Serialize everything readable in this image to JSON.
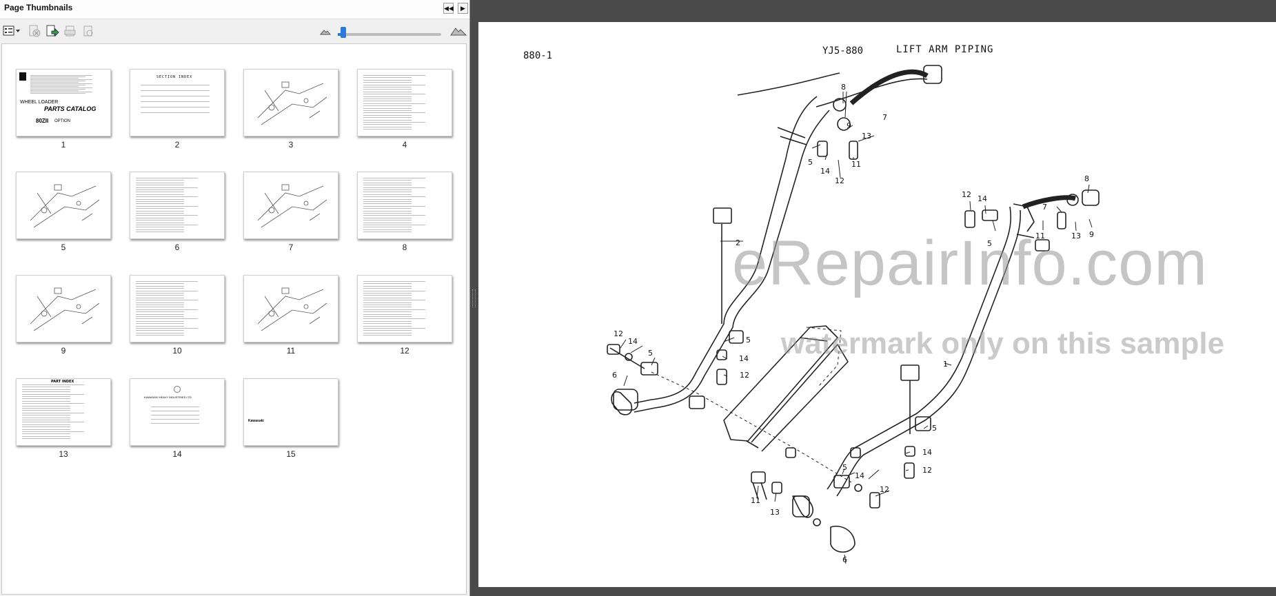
{
  "panel": {
    "title": "Page Thumbnails",
    "collapse_icon": "double-chevron-left-icon",
    "expand_icon": "triangle-right-icon",
    "zoom_percent": 5
  },
  "toolbar": {
    "icons": [
      "thumbnail-options-icon",
      "delete-pages-icon",
      "insert-page-icon",
      "print-page-icon",
      "rotate-page-icon",
      "zoom-out-mountain-icon",
      "zoom-in-mountain-icon"
    ]
  },
  "thumbnails": [
    {
      "num": "1",
      "kind": "cover",
      "texts": [
        "WHEEL LOADER",
        "PARTS CATALOG",
        "80ZII",
        "OPTION"
      ]
    },
    {
      "num": "2",
      "kind": "index",
      "texts": [
        "SECTION INDEX"
      ]
    },
    {
      "num": "3",
      "kind": "diagram"
    },
    {
      "num": "4",
      "kind": "table"
    },
    {
      "num": "5",
      "kind": "diagram"
    },
    {
      "num": "6",
      "kind": "table"
    },
    {
      "num": "7",
      "kind": "diagram"
    },
    {
      "num": "8",
      "kind": "table"
    },
    {
      "num": "9",
      "kind": "diagram"
    },
    {
      "num": "10",
      "kind": "table"
    },
    {
      "num": "11",
      "kind": "diagram"
    },
    {
      "num": "12",
      "kind": "table"
    },
    {
      "num": "13",
      "kind": "table",
      "texts": [
        "PART INDEX"
      ]
    },
    {
      "num": "14",
      "kind": "letter",
      "texts": [
        "KAWASAKI HEAVY INDUSTRIES LTD"
      ]
    },
    {
      "num": "15",
      "kind": "blank",
      "texts": [
        "Kawasaki"
      ]
    }
  ],
  "page": {
    "page_ref": "880-1",
    "code": "YJ5-880",
    "title": "LIFT ARM PIPING",
    "callouts": [
      "8",
      "7",
      "9",
      "13",
      "5",
      "14",
      "11",
      "12",
      "8",
      "12",
      "14",
      "7",
      "5",
      "11",
      "13",
      "9",
      "2",
      "12",
      "14",
      "5",
      "6",
      "5",
      "14",
      "12",
      "1",
      "5",
      "14",
      "12",
      "11",
      "13",
      "5",
      "14",
      "12",
      "6"
    ]
  },
  "watermark": {
    "main": "eRepairInfo.com",
    "sub": "watermark only on this sample"
  }
}
